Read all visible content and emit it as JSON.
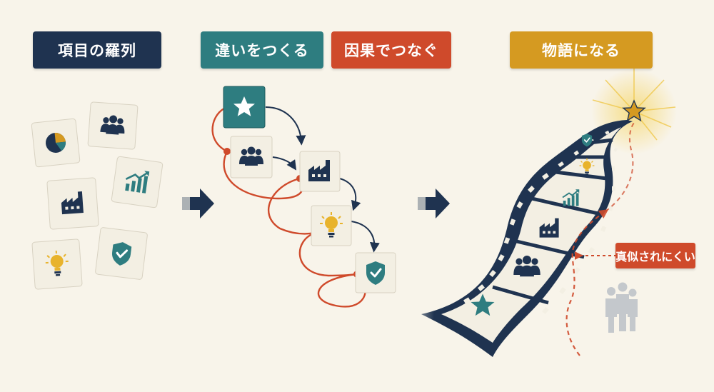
{
  "labels": {
    "enumerate": "項目の羅列",
    "differentiate": "違いをつくる",
    "causality": "因果でつなぐ",
    "story": "物語になる",
    "hard_to_copy": "真似されにくい"
  },
  "colors": {
    "navy": "#1f3350",
    "teal": "#2e7d80",
    "orange": "#cf4a2b",
    "gold": "#d59a21",
    "background": "#f8f4ea",
    "tile": "#f3efe3"
  },
  "icons": {
    "scattered": [
      "pie-chart-icon",
      "people-icon",
      "factory-icon",
      "growth-chart-icon",
      "lightbulb-icon",
      "shield-check-icon"
    ],
    "chained": [
      "star-icon",
      "people-icon",
      "factory-icon",
      "lightbulb-icon",
      "shield-check-icon"
    ],
    "filmstrip": [
      "shield-check-icon",
      "lightbulb-icon",
      "growth-chart-icon",
      "factory-icon",
      "people-icon",
      "star-icon"
    ]
  }
}
